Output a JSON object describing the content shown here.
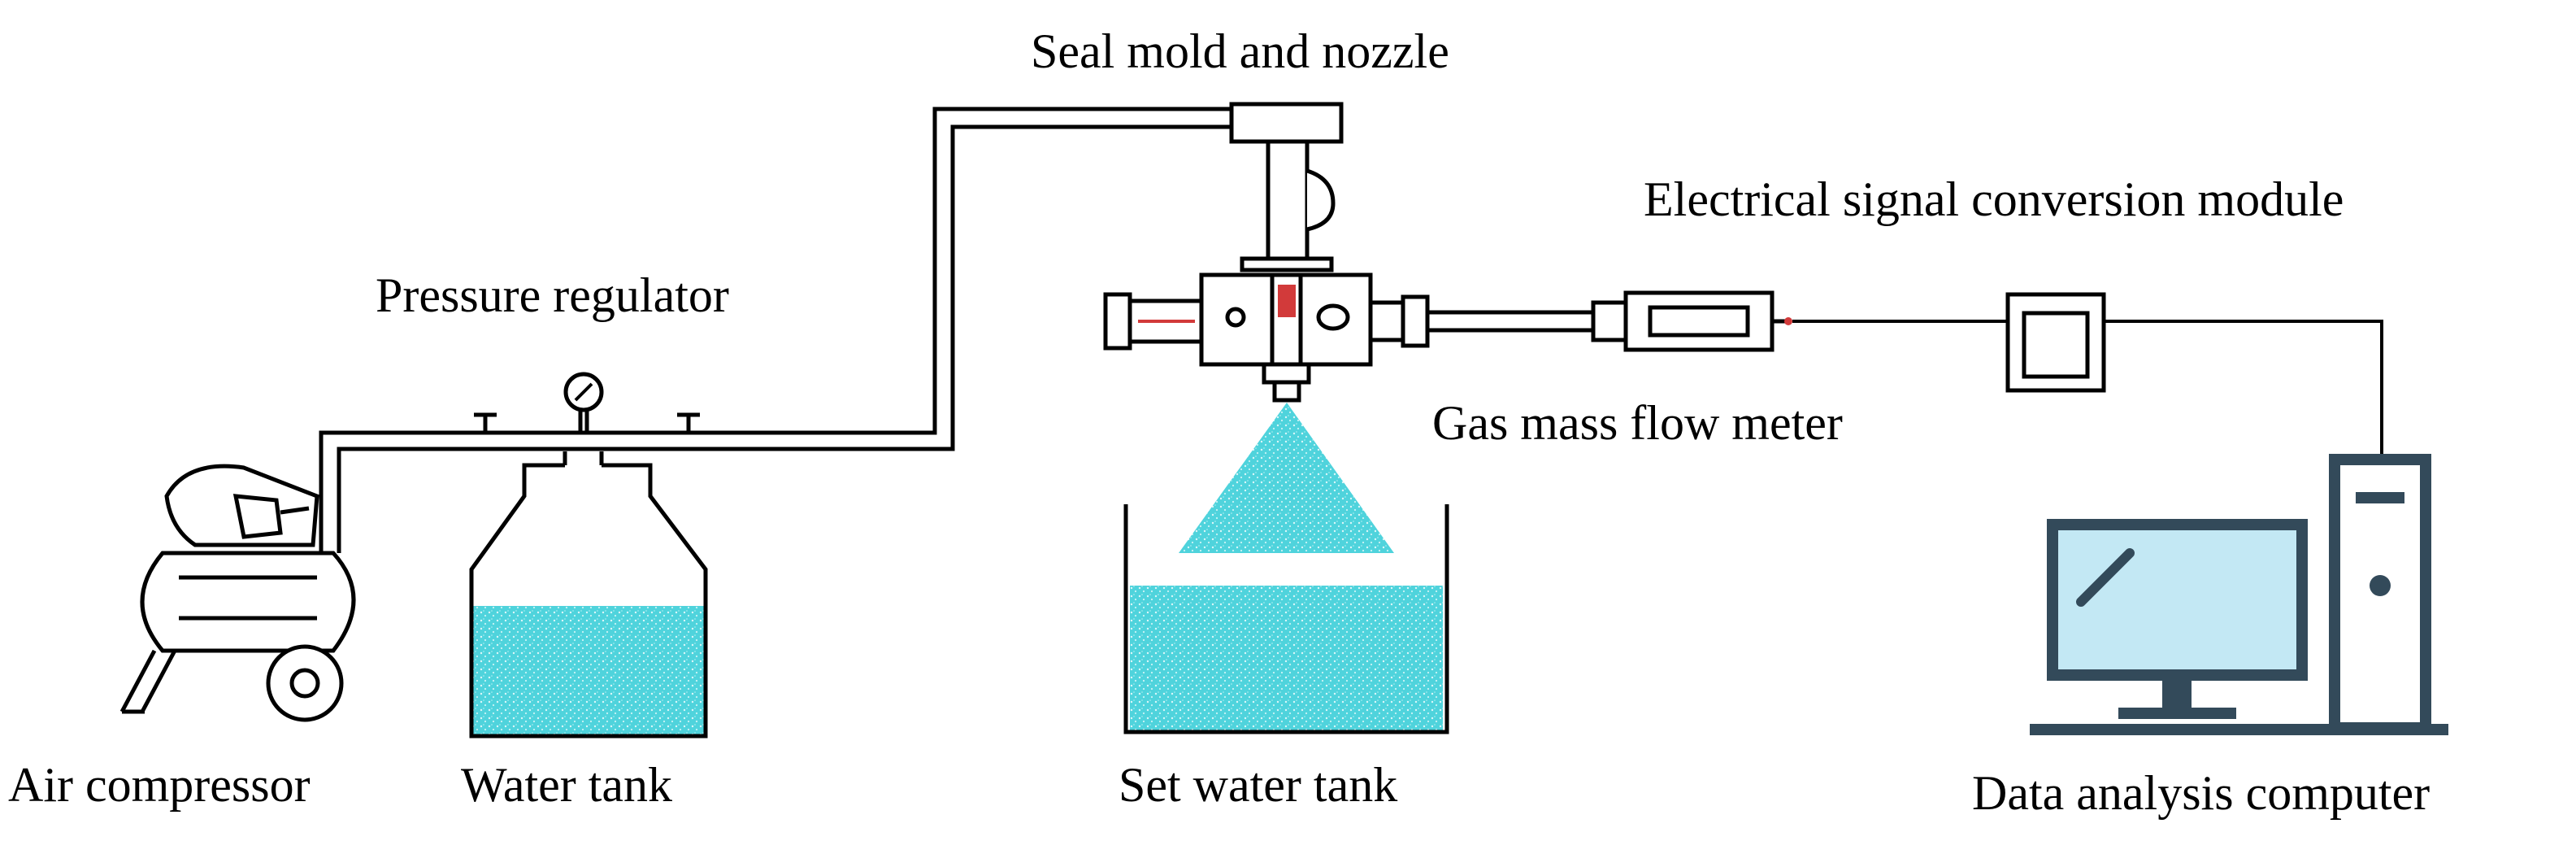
{
  "labels": {
    "seal_mold_and_nozzle": "Seal mold and nozzle",
    "electrical_signal_conversion_module": "Electrical signal conversion module",
    "pressure_regulator": "Pressure regulator",
    "gas_mass_flow_meter": "Gas mass flow meter",
    "air_compressor": "Air compressor",
    "water_tank": "Water tank",
    "set_water_tank": "Set water tank",
    "data_analysis_computer": "Data analysis computer"
  },
  "colors": {
    "water": "#4fd3dc",
    "line": "#000000",
    "computer_body": "#334a5a",
    "screen": "#c3e8f4",
    "valve_red": "#d23a3a"
  }
}
